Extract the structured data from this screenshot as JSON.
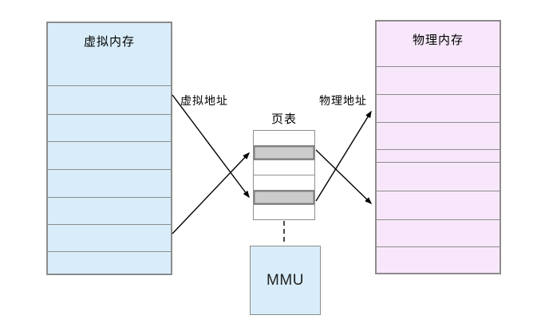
{
  "diagram": {
    "virtual_memory": {
      "title": "虚拟内存",
      "rows": 7
    },
    "physical_memory": {
      "title": "物理内存",
      "rows": 8
    },
    "page_table": {
      "title": "页表",
      "rows": 6,
      "highlighted_rows": [
        2,
        5
      ]
    },
    "mmu": {
      "label": "MMU"
    },
    "edge_labels": {
      "virtual_address": "虚拟地址",
      "physical_address": "物理地址"
    },
    "colors": {
      "virtual_memory_fill": "#d8edf9",
      "physical_memory_fill": "#f8e7fb",
      "page_table_highlight_fill": "#cccccc",
      "box_border": "#8c8c8c",
      "arrow": "#000000"
    }
  }
}
